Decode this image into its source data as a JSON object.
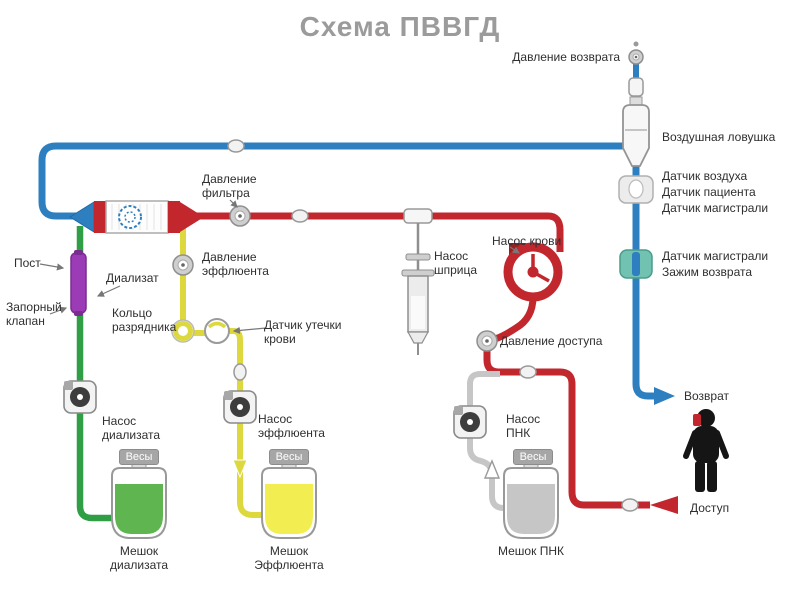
{
  "title": "Схема ПВВГД",
  "labels": {
    "return_pressure": "Давление возврата",
    "air_trap": "Воздушная ловушка",
    "right_sensors": [
      "Датчик воздуха",
      "Датчик пациента",
      "Датчик магистрали"
    ],
    "clamp_block": [
      "Датчик магистрали",
      "Зажим возврата"
    ],
    "return_flow": "Возврат",
    "filter_pressure": "Давление фильтра",
    "effluent_pressure": "Давление эффлюента",
    "syringe_pump": "Насос шприца",
    "blood_pump": "Насос крови",
    "access_pressure": "Давление доступа",
    "post": "Пост",
    "shutoff_valve": "Запорный клапан",
    "dialysate": "Диализат",
    "discharge_ring": "Кольцо разрядника",
    "blood_leak_sensor": "Датчик утечки крови",
    "dialysate_pump": "Насос диализата",
    "effluent_pump": "Насос эффлюента",
    "pnk_pump": "Насос ПНК",
    "scales": "Весы",
    "dialysate_bag": "Мешок диализата",
    "effluent_bag": "Мешок Эффлюента",
    "pnk_bag": "Мешок ПНК",
    "access": "Доступ"
  },
  "colors": {
    "blood_line": "#c1272d",
    "return_line": "#2e7fc0",
    "dialysate_line": "#2f9e44",
    "effluent_line": "#ddd83e",
    "pnk_line": "#c6c6c6",
    "valve": "#9b3bb5",
    "clamp": "#72c2b1",
    "title_gray": "#9b9b9b"
  }
}
